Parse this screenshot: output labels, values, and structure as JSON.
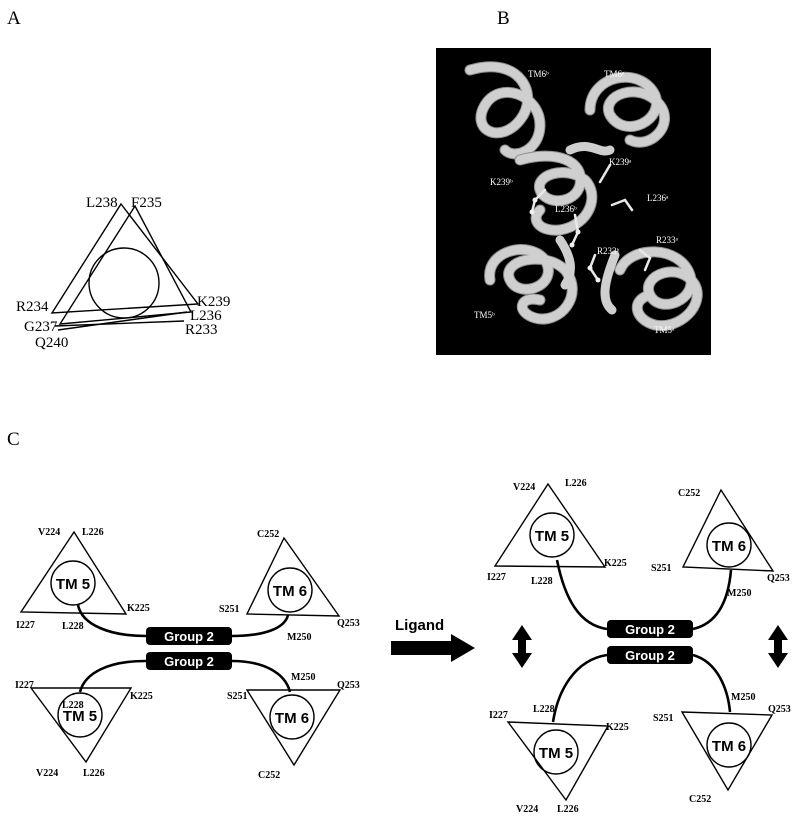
{
  "panels": {
    "a": {
      "letter": "A",
      "residues": {
        "l238": "L238",
        "f235": "F235",
        "r234": "R234",
        "g237": "G237",
        "q240": "Q240",
        "k239": "K239",
        "l236": "L236",
        "r233": "R233"
      }
    },
    "b": {
      "letter": "B",
      "labels": {
        "tm6b": "TM6ᵇ",
        "tm6a": "TM6ᵃ",
        "k239a": "K239ᵃ",
        "k239b": "K239ᵇ",
        "l236a": "L236ᵃ",
        "l236b": "L236ᵇ",
        "r233a": "R233ᵃ",
        "r233b": "R233ᵇ",
        "tm5b": "TM5ᵇ",
        "tm5a": "TM5ᵃ"
      }
    },
    "c": {
      "letter": "C",
      "ligand": "Ligand",
      "group": "Group 2",
      "tm5": "TM 5",
      "tm6": "TM 6",
      "residues": {
        "v224": "V224",
        "k225": "K225",
        "l226": "L226",
        "i227": "I227",
        "l228": "L228",
        "m250": "M250",
        "s251": "S251",
        "c252": "C252",
        "q253": "Q253"
      }
    }
  },
  "colors": {
    "line": "#000000",
    "box": "#000000",
    "structure_bg": "#000000",
    "helix": "#cfcfcf"
  }
}
